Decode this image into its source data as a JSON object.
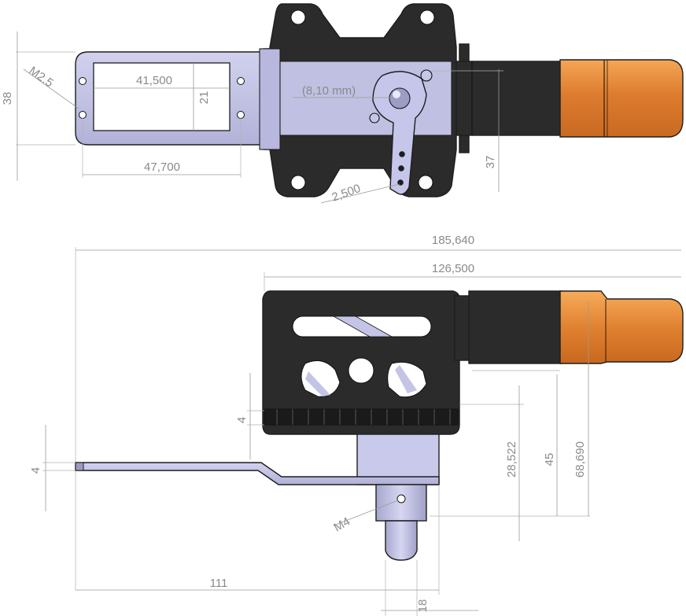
{
  "drawing": {
    "colors": {
      "housing_black": "#2b2b2b",
      "plate_lavender": "#c3c3e6",
      "plate_lavender_dark": "#a9a9d0",
      "orange_body": "#dd7c2e",
      "orange_highlight": "#f3a153",
      "dimension_gray": "#8a8a8a"
    },
    "top_view": {
      "dim_hole_thread": "M2.5",
      "dim_plate_height": "38",
      "dim_slot_width": "41,500",
      "dim_slot_height": "21",
      "dim_hole_spacing": "47,700",
      "dim_ball_offset": "(8,10 mm)",
      "dim_arm_length": "37",
      "dim_arm_hole": "2,500"
    },
    "side_view": {
      "dim_overall_length": "185,640",
      "dim_servo_length": "126,500",
      "dim_plate_offset": "4",
      "dim_plate_thickness": "4",
      "dim_spline_height": "28,522",
      "dim_center_height": "45",
      "dim_total_height": "68,690",
      "dim_shaft_thread": "M4",
      "dim_plate_length": "111",
      "dim_shaft_width": "18"
    }
  }
}
